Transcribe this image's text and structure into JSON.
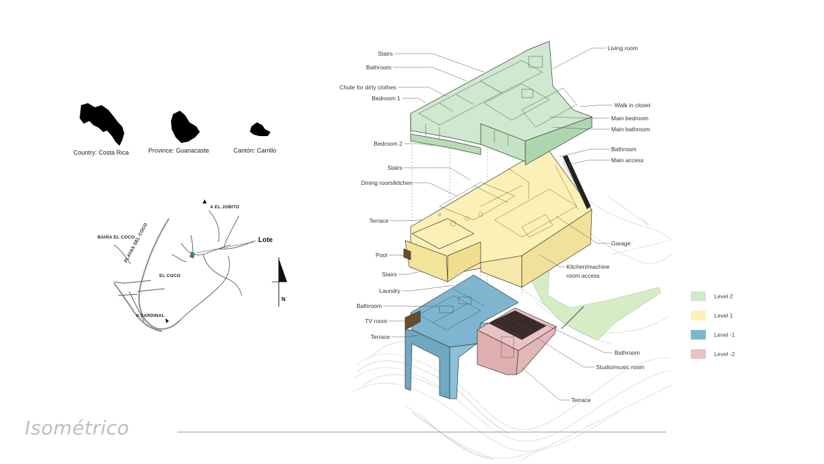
{
  "locations": {
    "country": "Country: Costa Rica",
    "province": "Province: Guanacaste",
    "canton": "Cantón: Carrillo"
  },
  "map": {
    "labels": {
      "a_el_jobito": "A EL JOBITO",
      "bahia_el_coco": "BAHÍA EL COCO",
      "playas_del_coco": "PLAYAS DEL COCO",
      "el_coco": "EL COCO",
      "a_sardinal": "A SARDINAL",
      "lote": "Lote",
      "north": "N"
    },
    "lote_color": "#3f8f4d"
  },
  "title": "Isométrico",
  "callouts_left": [
    "Stairs",
    "Bathroom",
    "Chute for dirty clothes",
    "Bedroom 1",
    "Bedroom 2",
    "Stairs",
    "Dining room/kitchen",
    "Terrace",
    "Pool",
    "Stairs",
    "Laundry",
    "Bathroom",
    "TV room",
    "Terrace"
  ],
  "callouts_right": [
    "Living room",
    "Walk in closet",
    "Main bedroom",
    "Main bathroom",
    "Bathroom",
    "Main access",
    "Garage",
    "Kitchen/machine",
    "room access",
    "Bathroom",
    "Studio/music room",
    "Terrace"
  ],
  "legend": [
    {
      "label": "Level 2",
      "color": "#cfe8cf"
    },
    {
      "label": "Level 1",
      "color": "#fbf0b5"
    },
    {
      "label": "Level -1",
      "color": "#7fb6cf"
    },
    {
      "label": "Level -2",
      "color": "#e9c2c3"
    }
  ],
  "colors": {
    "level2": "#cfe8cf",
    "level1": "#fbf0b5",
    "level_minus1": "#7fb6cf",
    "level_minus2": "#e9c2c3",
    "terrain_green": "#d6ecc4"
  }
}
